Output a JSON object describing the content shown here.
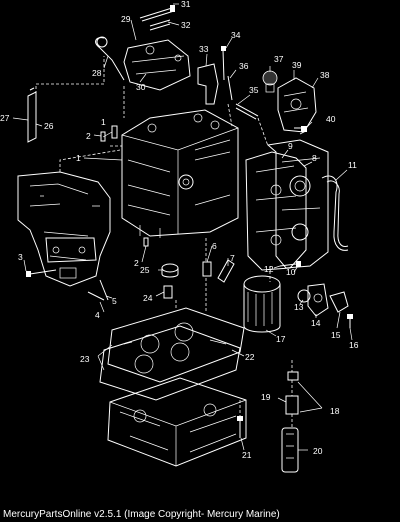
{
  "footer": {
    "caption": "MercuryPartsOnline v2.5.1 (Image Copyright- Mercury Marine)"
  },
  "callouts": [
    "1",
    "2",
    "3",
    "4",
    "5",
    "6",
    "7",
    "8",
    "9",
    "10",
    "11",
    "12",
    "13",
    "14",
    "15",
    "16",
    "17",
    "18",
    "19",
    "20",
    "21",
    "22",
    "23",
    "24",
    "25",
    "26",
    "27",
    "28",
    "29",
    "30",
    "31",
    "32",
    "33",
    "34",
    "35",
    "36",
    "37",
    "38",
    "39",
    "40"
  ],
  "colors": {
    "background": "#000000",
    "line_art": "#ffffff"
  }
}
